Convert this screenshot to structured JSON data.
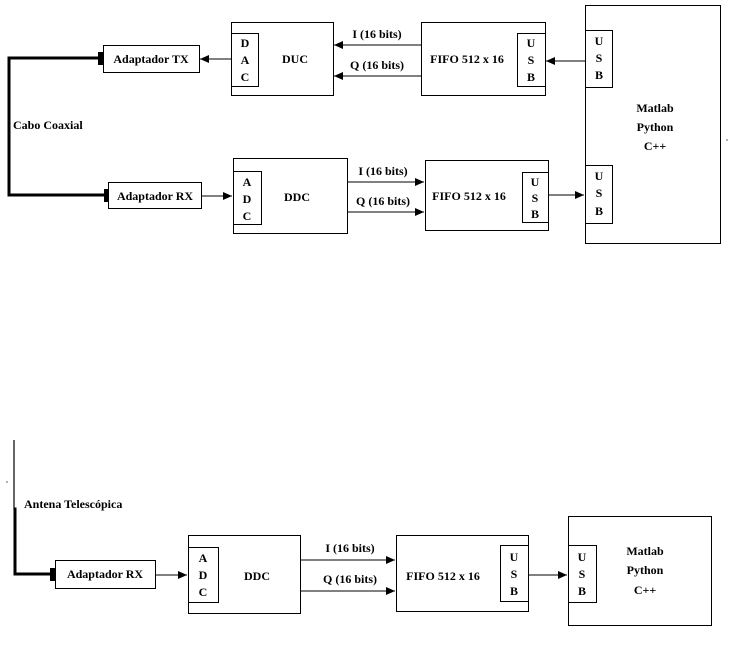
{
  "top_diagram": {
    "adapter_tx": "Adaptador TX",
    "adapter_rx": "Adaptador RX",
    "cable_label": "Cabo Coaxial",
    "duc": {
      "label": "DUC",
      "dac": [
        "D",
        "A",
        "C"
      ]
    },
    "tx_i": "I (16 bits)",
    "tx_q": "Q (16 bits)",
    "fifo_tx": {
      "label": "FIFO 512 x 16",
      "usb": [
        "U",
        "S",
        "B"
      ]
    },
    "ddc": {
      "label": "DDC",
      "adc": [
        "A",
        "D",
        "C"
      ]
    },
    "rx_i": "I (16 bits)",
    "rx_q": "Q (16 bits)",
    "fifo_rx": {
      "label": "FIFO 512 x 16",
      "usb": [
        "U",
        "S",
        "B"
      ]
    },
    "host": {
      "lines": [
        "Matlab",
        "Python",
        "C++"
      ],
      "usb_tx": [
        "U",
        "S",
        "B"
      ],
      "usb_rx": [
        "U",
        "S",
        "B"
      ]
    }
  },
  "bottom_diagram": {
    "antenna_label": "Antena Telescópica",
    "adapter_rx": "Adaptador RX",
    "ddc": {
      "label": "DDC",
      "adc": [
        "A",
        "D",
        "C"
      ]
    },
    "rx_i": "I (16 bits)",
    "rx_q": "Q (16 bits)",
    "fifo_rx": {
      "label": "FIFO 512 x 16",
      "usb": [
        "U",
        "S",
        "B"
      ]
    },
    "host": {
      "lines": [
        "Matlab",
        "Python",
        "C++"
      ],
      "usb": [
        "U",
        "S",
        "B"
      ]
    }
  }
}
